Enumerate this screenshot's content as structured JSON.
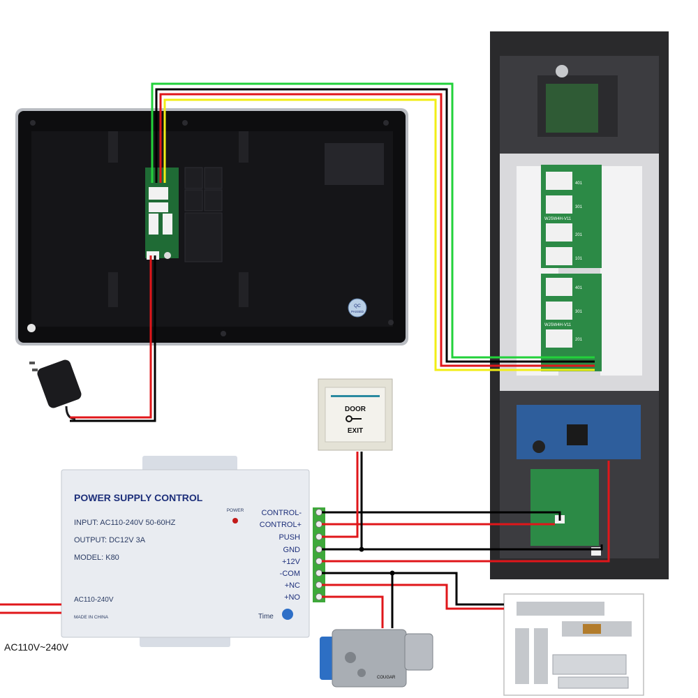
{
  "colors": {
    "wire_green": "#22d13a",
    "wire_red": "#e0161a",
    "wire_yellow": "#f2ee16",
    "wire_black": "#000000",
    "psu_title": "#1d2f7a",
    "monitor_body": "#0d0d0f"
  },
  "monitor": {
    "qc_badge_top": "QC",
    "qc_badge_bottom": "PASSED"
  },
  "power_supply": {
    "title": "POWER SUPPLY CONTROL",
    "input_line": "INPUT: AC110-240V  50-60HZ",
    "output_line": "OUTPUT: DC12V  3A",
    "model_line": "MODEL: K80",
    "power_led_label": "POWER",
    "ac_label": "AC110-240V",
    "made_in": "MADE IN CHINA",
    "time_label": "Time",
    "terminals": [
      "CONTROL-",
      "CONTROL+",
      "PUSH",
      "GND",
      "+12V",
      "-COM",
      "+NC",
      "+NO"
    ]
  },
  "exit_button": {
    "line1": "DOOR",
    "line2": "EXIT"
  },
  "mains_label": "AC110V~240V",
  "outdoor_unit": {
    "board_model": "WJSW4H-V11",
    "board_model_2": "WJSW4H-V11",
    "room_labels_upper": [
      "401",
      "301",
      "201",
      "101"
    ],
    "room_labels_lower": [
      "401",
      "301",
      "201"
    ]
  },
  "lock_label": "COUGAR",
  "icons": [
    "wall-adapter-icon",
    "key-icon",
    "power-led-icon",
    "time-logo-icon",
    "electric-lock-icon",
    "electric-strike-icon",
    "magnetic-lock-icon"
  ]
}
